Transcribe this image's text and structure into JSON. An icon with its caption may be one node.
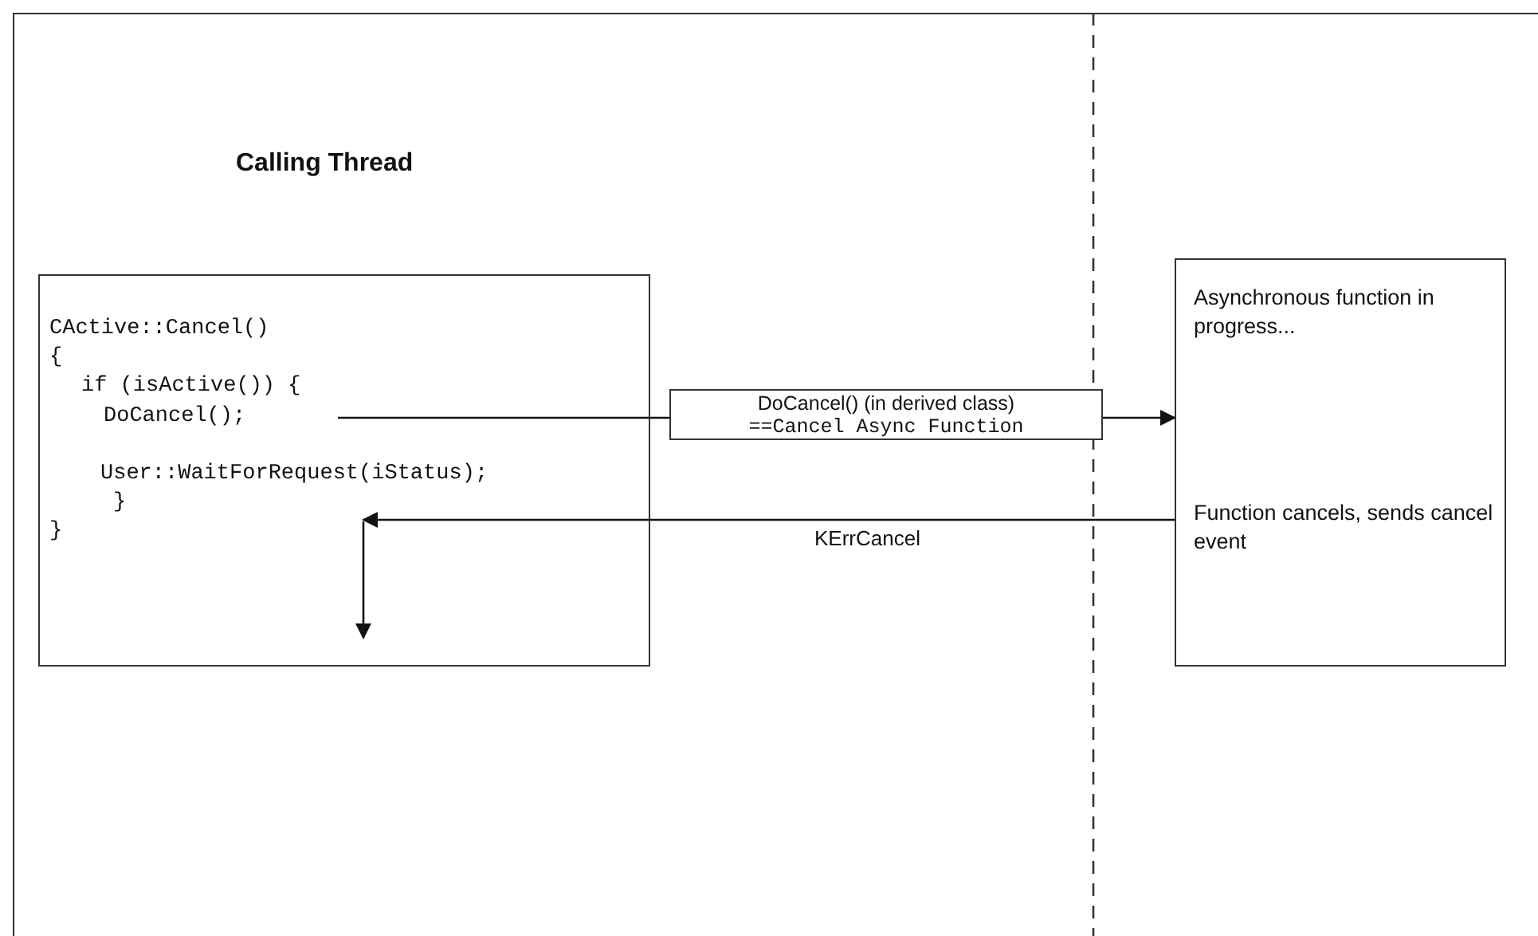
{
  "diagram": {
    "title": "Calling Thread",
    "nodes": [
      {
        "text": [
          "CActive::Cancel()",
          "{",
          "if (isActive()) {",
          "DoCancel();",
          "User::WaitForRequest(iStatus);",
          "}",
          "}"
        ]
      },
      {
        "text": [
          "DoCancel() (in derived class)",
          "==Cancel Async Function"
        ]
      },
      {
        "text": [
          "Asynchronous function in progress...",
          "Function cancels, sends cancel event"
        ]
      }
    ],
    "edges": [
      {
        "from": 0,
        "to": 1,
        "arrow": "none"
      },
      {
        "from": 1,
        "to": 2,
        "arrow": "to"
      },
      {
        "from": 2,
        "to": 0,
        "arrow": "to",
        "label": "KErrCancel"
      }
    ]
  }
}
